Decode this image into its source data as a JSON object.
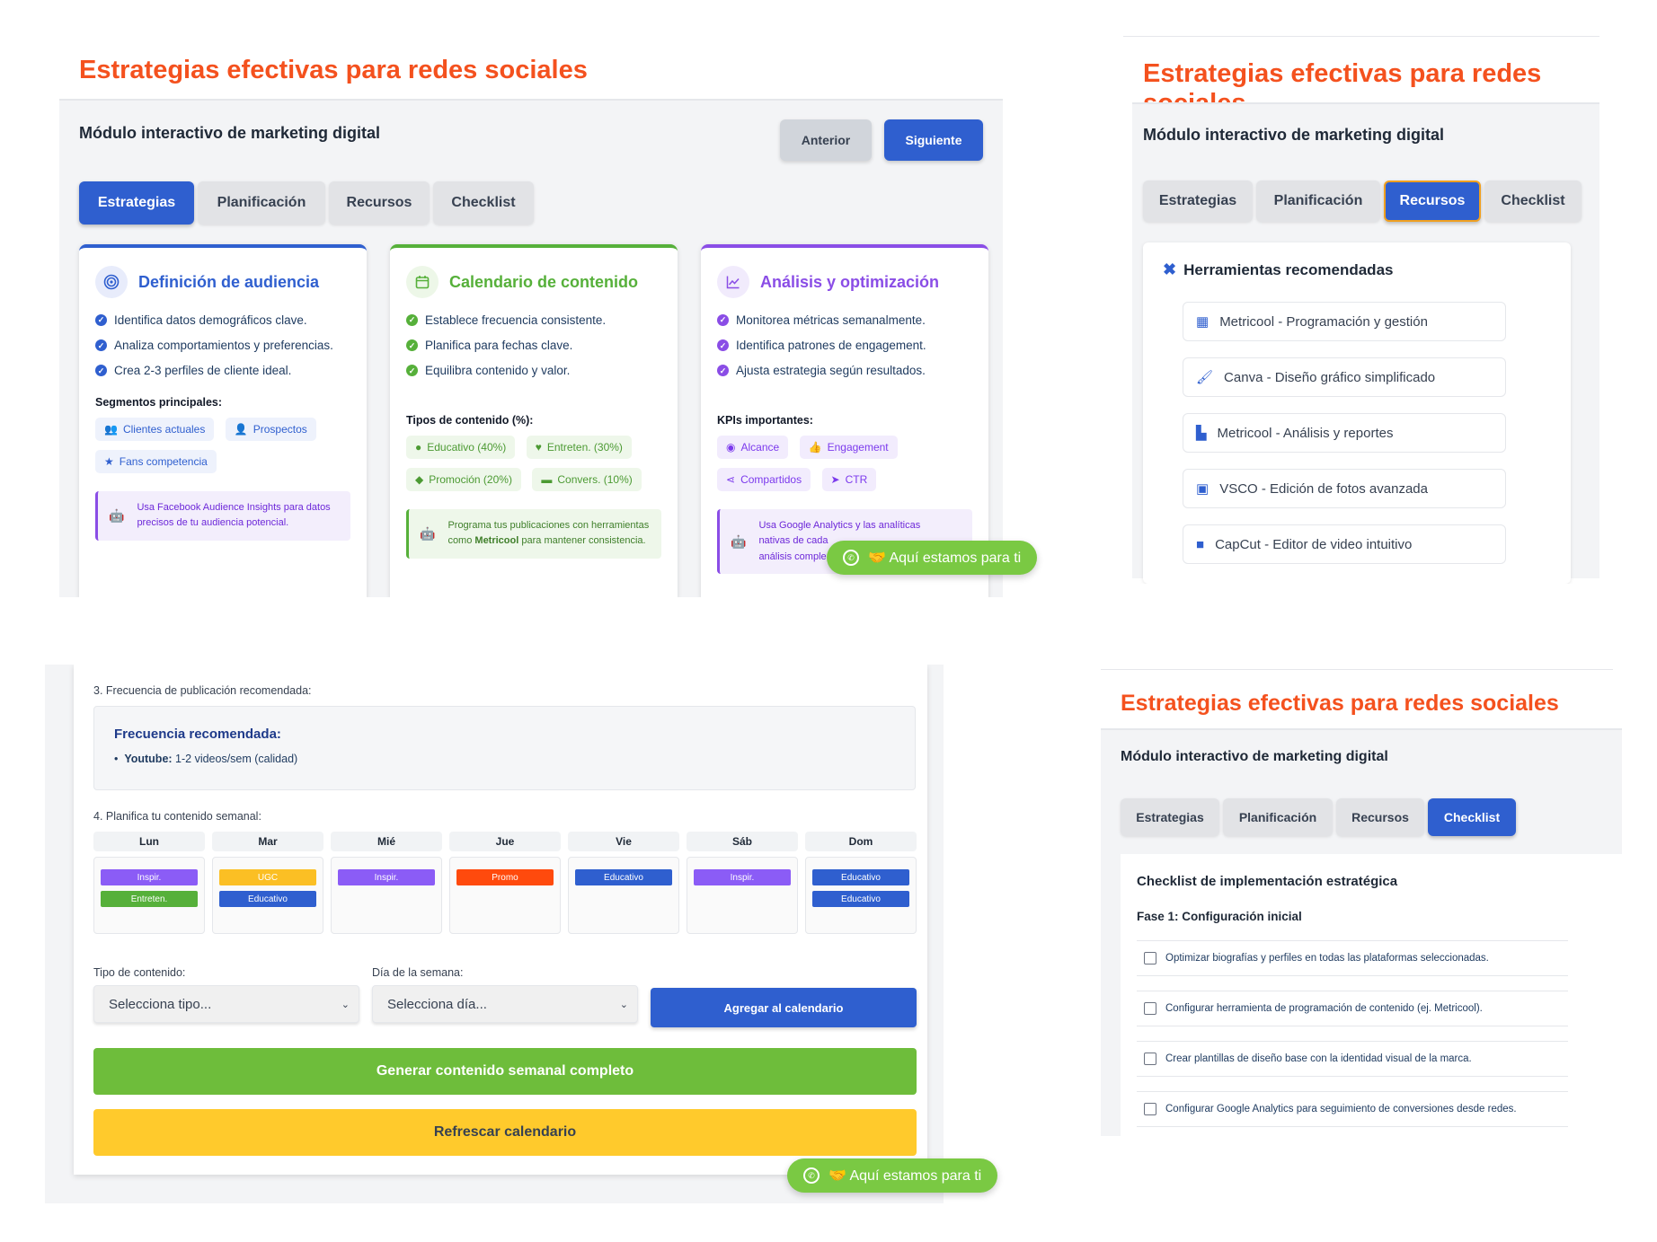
{
  "page_title": "Estrategias efectivas para redes sociales",
  "module_title": "Módulo interactivo de marketing digital",
  "nav": {
    "prev": "Anterior",
    "next": "Siguiente"
  },
  "tabs": [
    "Estrategias",
    "Planificación",
    "Recursos",
    "Checklist"
  ],
  "whatsapp": "🤝 Aquí estamos para ti",
  "colors": {
    "accent_orange": "#f4511e",
    "primary_blue": "#2f5fcf",
    "green": "#56b03a",
    "purple": "#8a4de6"
  },
  "strategies": {
    "audience": {
      "title": "Definición de audiencia",
      "icon": "target-icon",
      "bullets": [
        "Identifica datos demográficos clave.",
        "Analiza comportamientos y preferencias.",
        "Crea 2-3 perfiles de cliente ideal."
      ],
      "subtitle": "Segmentos principales:",
      "chips": [
        {
          "icon": "users-icon",
          "label": "Clientes actuales"
        },
        {
          "icon": "user-plus-icon",
          "label": "Prospectos"
        },
        {
          "icon": "star-icon",
          "label": "Fans competencia"
        }
      ],
      "tip": "Usa Facebook Audience Insights para datos precisos de tu audiencia potencial."
    },
    "calendar": {
      "title": "Calendario de contenido",
      "icon": "calendar-icon",
      "bullets": [
        "Establece frecuencia consistente.",
        "Planifica para fechas clave.",
        "Equilibra contenido y valor."
      ],
      "subtitle": "Tipos de contenido (%):",
      "chips": [
        {
          "icon": "bulb-icon",
          "label": "Educativo (40%)"
        },
        {
          "icon": "heart-icon",
          "label": "Entreten. (30%)"
        },
        {
          "icon": "tag-icon",
          "label": "Promoción (20%)"
        },
        {
          "icon": "chat-icon",
          "label": "Convers. (10%)"
        }
      ],
      "tip_before": "Programa tus publicaciones con herramientas como ",
      "tip_bold": "Metricool",
      "tip_after": " para mantener consistencia."
    },
    "analysis": {
      "title": "Análisis y optimización",
      "icon": "line-chart-icon",
      "bullets": [
        "Monitorea métricas semanalmente.",
        "Identifica patrones de engagement.",
        "Ajusta estrategia según resultados."
      ],
      "subtitle": "KPIs importantes:",
      "chips": [
        {
          "icon": "eye-icon",
          "label": "Alcance"
        },
        {
          "icon": "thumbs-up-icon",
          "label": "Engagement"
        },
        {
          "icon": "share-icon",
          "label": "Compartidos"
        },
        {
          "icon": "cursor-icon",
          "label": "CTR"
        }
      ],
      "tip_line1": "Usa Google Analytics y las analíticas",
      "tip_line2": "nativas de cada",
      "tip_line3": "análisis comple"
    }
  },
  "resources": {
    "title": "Herramientas recomendadas",
    "tools": [
      {
        "icon": "calendar-icon",
        "label": "Metricool - Programación y gestión"
      },
      {
        "icon": "brush-icon",
        "label": "Canva - Diseño gráfico simplificado"
      },
      {
        "icon": "bar-chart-icon",
        "label": "Metricool - Análisis y reportes"
      },
      {
        "icon": "camera-icon",
        "label": "VSCO - Edición de fotos avanzada"
      },
      {
        "icon": "video-icon",
        "label": "CapCut - Editor de video intuitivo"
      }
    ]
  },
  "planning": {
    "freq_label": "3. Frecuencia de publicación recomendada:",
    "freq_title": "Frecuencia recomendada:",
    "freq_platform": "Youtube:",
    "freq_value": " 1-2 videos/sem (calidad)",
    "week_label": "4. Planifica tu contenido semanal:",
    "days": [
      {
        "name": "Lun",
        "items": [
          {
            "label": "Inspir.",
            "color": "#8b5cf6"
          },
          {
            "label": "Entreten.",
            "color": "#56b03a"
          }
        ]
      },
      {
        "name": "Mar",
        "items": [
          {
            "label": "UGC",
            "color": "#fbbf24"
          },
          {
            "label": "Educativo",
            "color": "#2f5fcf"
          }
        ]
      },
      {
        "name": "Mié",
        "items": [
          {
            "label": "Inspir.",
            "color": "#8b5cf6"
          }
        ]
      },
      {
        "name": "Jue",
        "items": [
          {
            "label": "Promo",
            "color": "#ff4a0d"
          }
        ]
      },
      {
        "name": "Vie",
        "items": [
          {
            "label": "Educativo",
            "color": "#2f5fcf"
          }
        ]
      },
      {
        "name": "Sáb",
        "items": [
          {
            "label": "Inspir.",
            "color": "#8b5cf6"
          }
        ]
      },
      {
        "name": "Dom",
        "items": [
          {
            "label": "Educativo",
            "color": "#2f5fcf"
          },
          {
            "label": "Educativo",
            "color": "#2f5fcf"
          }
        ]
      }
    ],
    "type_label": "Tipo de contenido:",
    "type_placeholder": "Selecciona tipo...",
    "day_label": "Día de la semana:",
    "day_placeholder": "Selecciona día...",
    "add_button": "Agregar al calendario",
    "generate_button": "Generar contenido semanal completo",
    "refresh_button": "Refrescar calendario"
  },
  "checklist": {
    "title": "Checklist de implementación estratégica",
    "phase": "Fase 1: Configuración inicial",
    "items": [
      "Optimizar biografías y perfiles en todas las plataformas seleccionadas.",
      "Configurar herramienta de programación de contenido (ej. Metricool).",
      "Crear plantillas de diseño base con la identidad visual de la marca.",
      "Configurar Google Analytics para seguimiento de conversiones desde redes."
    ]
  }
}
